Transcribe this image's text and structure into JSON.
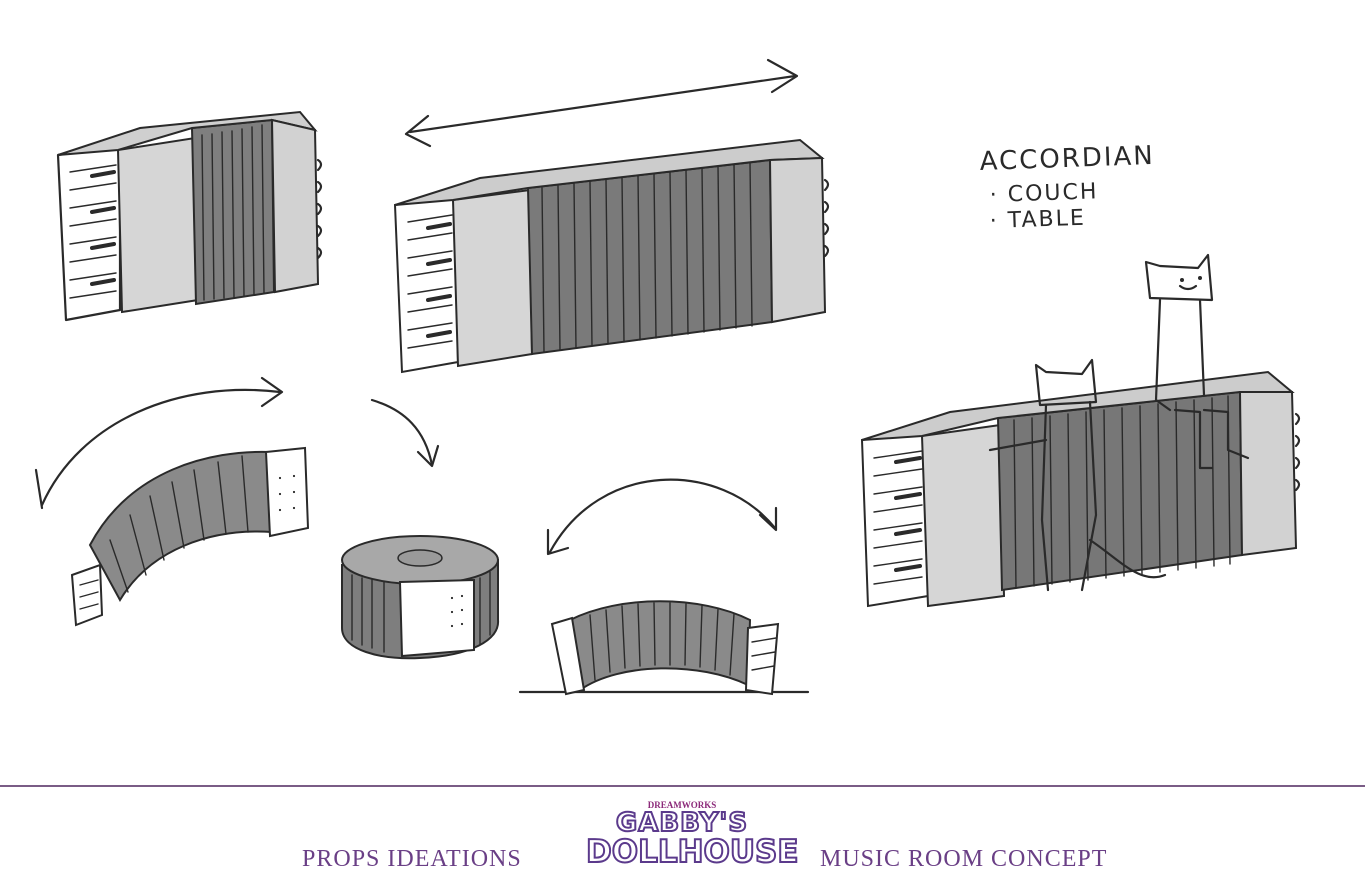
{
  "notes": {
    "title": "ACCORDIAN",
    "items": [
      "· COUCH",
      "· TABLE"
    ]
  },
  "footer": {
    "left_label": "PROPS   IDEATIONS",
    "right_label": "MUSIC ROOM CONCEPT",
    "logo": {
      "brand": "DREAMWORKS",
      "line1": "GABBY'S",
      "line2": "DOLLHOUSE"
    }
  },
  "colors": {
    "footer_text": "#6a3f86",
    "footer_rule": "#7a5c86",
    "ink": "#2a2a2a",
    "bellows_dark": "#7d7d7d",
    "panel_light": "#d4d4d4"
  }
}
